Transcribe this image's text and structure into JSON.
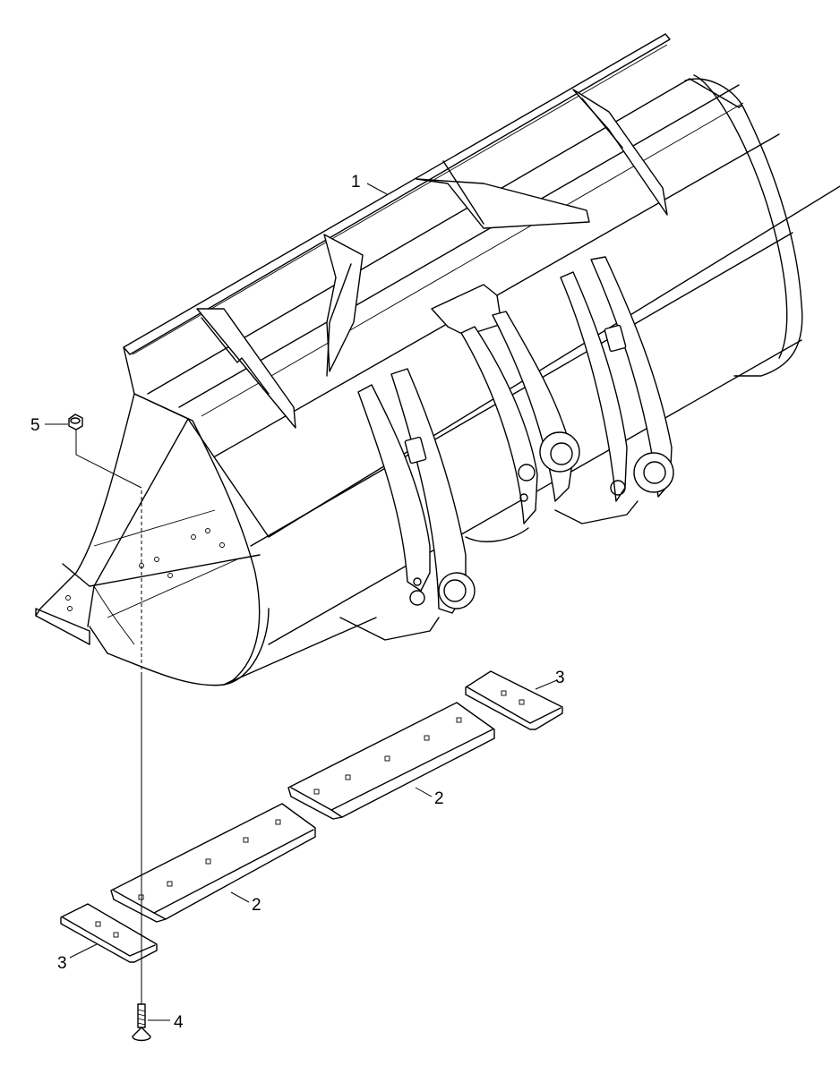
{
  "diagram": {
    "title": "",
    "colors": {
      "line": "#000000",
      "background": "#ffffff"
    },
    "callouts": [
      {
        "id": "1",
        "text": "1",
        "part": "bucket"
      },
      {
        "id": "2a",
        "text": "2",
        "part": "cutting-edge-center"
      },
      {
        "id": "2b",
        "text": "2",
        "part": "cutting-edge-left"
      },
      {
        "id": "3a",
        "text": "3",
        "part": "end-bit-right"
      },
      {
        "id": "3b",
        "text": "3",
        "part": "end-bit-left"
      },
      {
        "id": "4",
        "text": "4",
        "part": "plow-bolt"
      },
      {
        "id": "5",
        "text": "5",
        "part": "nut"
      }
    ]
  }
}
